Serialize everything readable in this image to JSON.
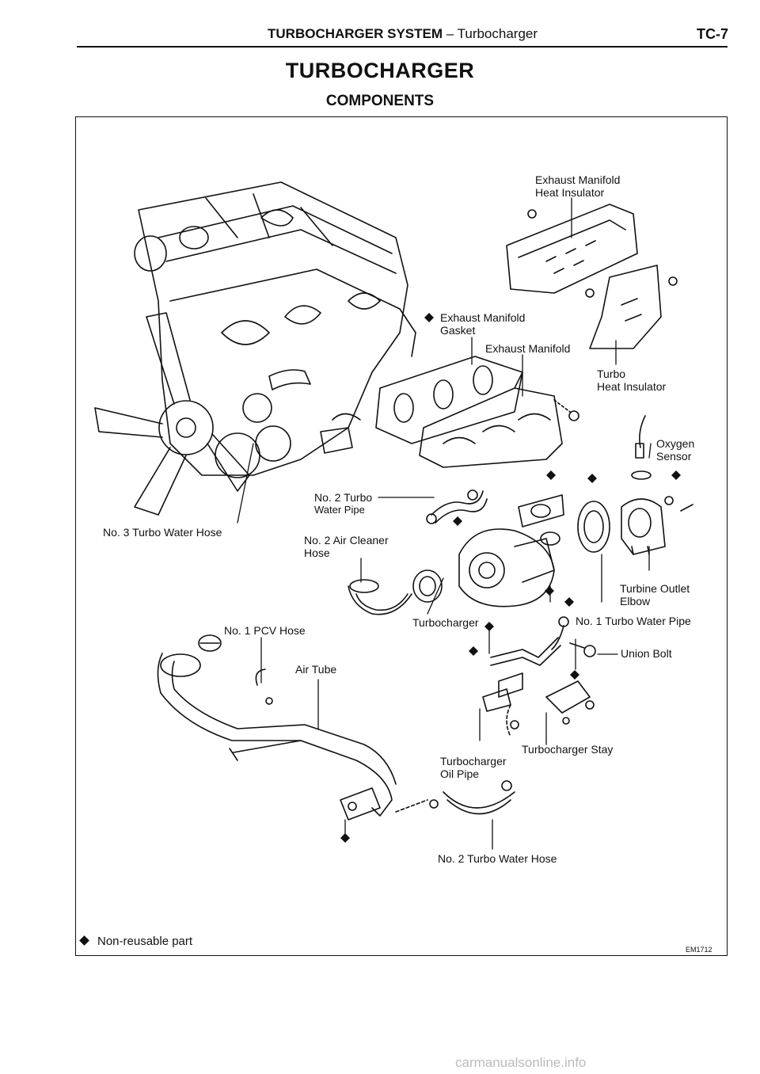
{
  "header": {
    "section": "TURBOCHARGER SYSTEM",
    "sep": " – ",
    "topic": "Turbocharger",
    "page_code": "TC-7"
  },
  "title": "TURBOCHARGER",
  "subtitle": "COMPONENTS",
  "labels": {
    "exhaust_manifold_heat_insulator_1": "Exhaust Manifold",
    "exhaust_manifold_heat_insulator_2": "Heat Insulator",
    "exhaust_manifold_gasket_1": "Exhaust Manifold",
    "exhaust_manifold_gasket_2": "Gasket",
    "exhaust_manifold": "Exhaust Manifold",
    "turbo_heat_insulator_1": "Turbo",
    "turbo_heat_insulator_2": "Heat Insulator",
    "oxygen_sensor_1": "Oxygen",
    "oxygen_sensor_2": "Sensor",
    "no2_turbo_water_pipe_1": "No. 2 Turbo",
    "no2_turbo_water_pipe_2": "Water Pipe",
    "no3_turbo_water_hose": "No. 3 Turbo Water Hose",
    "no2_air_cleaner_hose_1": "No. 2 Air Cleaner",
    "no2_air_cleaner_hose_2": "Hose",
    "turbine_outlet_elbow_1": "Turbine Outlet",
    "turbine_outlet_elbow_2": "Elbow",
    "turbocharger": "Turbocharger",
    "no1_turbo_water_pipe": "No. 1 Turbo Water Pipe",
    "no1_pcv_hose": "No. 1 PCV Hose",
    "union_bolt": "Union Bolt",
    "air_tube": "Air Tube",
    "turbocharger_stay": "Turbocharger Stay",
    "turbocharger_oil_pipe_1": "Turbocharger",
    "turbocharger_oil_pipe_2": "Oil Pipe",
    "no2_turbo_water_hose": "No. 2 Turbo Water Hose"
  },
  "legend": {
    "symbol": "diamond-icon",
    "text": "Non-reusable part"
  },
  "figure_code": "EM1712",
  "watermark": "carmanualsonline.info"
}
